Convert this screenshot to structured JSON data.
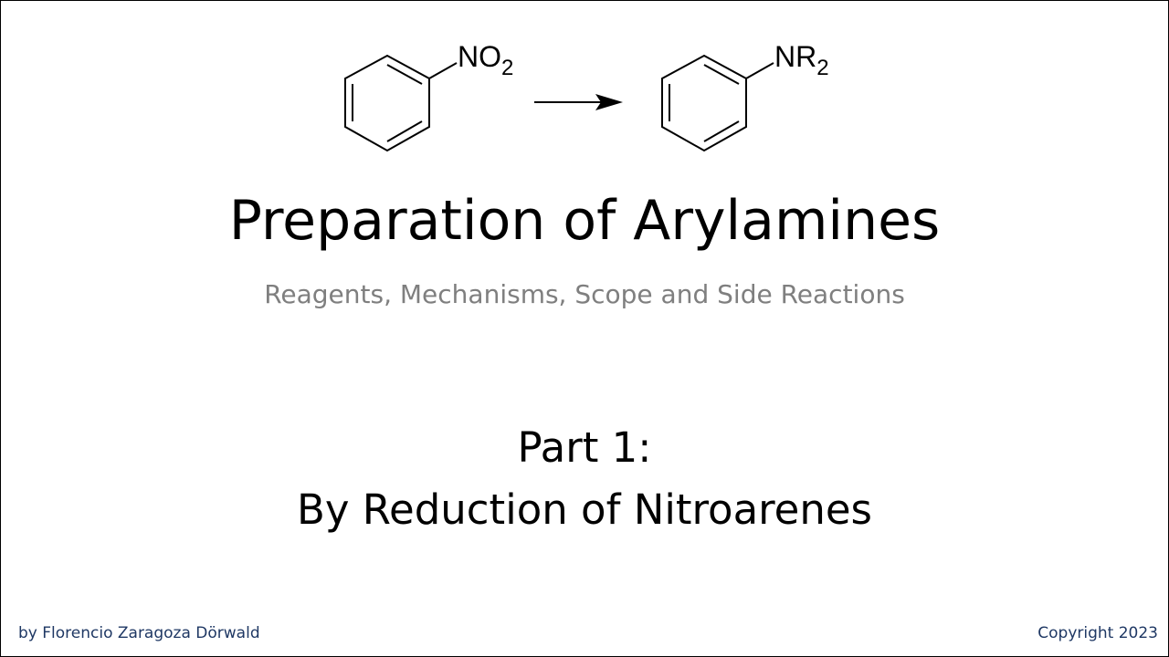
{
  "scheme": {
    "reactant": {
      "structure": "nitrobenzene",
      "group_main": "NO",
      "group_sub": "2"
    },
    "product": {
      "structure": "aniline",
      "group_main": "NR",
      "group_sub": "2"
    },
    "arrow": "reaction-arrow"
  },
  "slide": {
    "title": "Preparation of Arylamines",
    "subtitle": "Reagents, Mechanisms, Scope and Side Reactions",
    "part_label": "Part 1:",
    "part_topic": "By Reduction of Nitroarenes"
  },
  "footer": {
    "author": "by Florencio Zaragoza Dörwald",
    "copyright": "Copyright 2023"
  },
  "colors": {
    "title": "#000000",
    "subtitle": "#7f7f7f",
    "footer": "#1f3864"
  }
}
